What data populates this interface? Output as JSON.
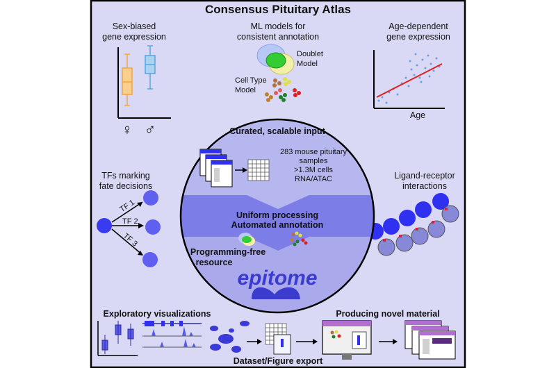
{
  "title": "Consensus Pituitary Atlas",
  "panels": {
    "sex_biased": {
      "line1": "Sex-biased",
      "line2": "gene expression",
      "female_symbol": "♀",
      "male_symbol": "♂"
    },
    "ml_models": {
      "line1": "ML models for",
      "line2": "consistent annotation",
      "doublet1": "Doublet",
      "doublet2": "Model",
      "celltype1": "Cell Type",
      "celltype2": "Model"
    },
    "age_dependent": {
      "line1": "Age-dependent",
      "line2": "gene expression",
      "xlabel": "Age"
    },
    "tfs": {
      "line1": "TFs marking",
      "line2": "fate decisions",
      "tf1": "TF 1",
      "tf2": "TF 2",
      "tf3": "TF 3"
    },
    "ligand": {
      "line1": "Ligand-receptor",
      "line2": "interactions"
    },
    "center": {
      "curated": "Curated, scalable input",
      "stats1": "283 mouse pituitary",
      "stats2": "samples",
      "stats3": ">1.3M cells",
      "stats4": "RNA/ATAC",
      "uniform": "Uniform processing",
      "automated": "Automated annotation",
      "prog1": "Programming-free",
      "prog2": "resource",
      "logo": "epitome"
    },
    "bottom": {
      "exploratory": "Exploratory visualizations",
      "producing": "Producing novel material",
      "export": "Dataset/Figure export"
    }
  },
  "colors": {
    "background": "#d9d9f5",
    "female": "#f0a640",
    "male": "#55a7e0",
    "node": "#3a3af0",
    "regression": "#e02020",
    "accent": "#3b3bd0"
  }
}
